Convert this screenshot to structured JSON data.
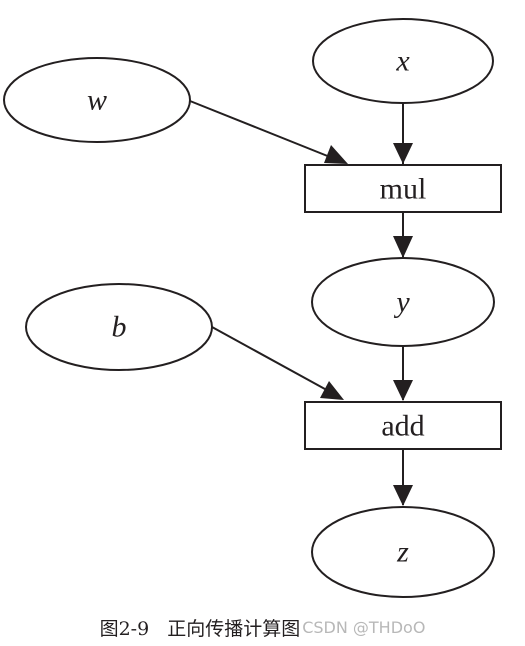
{
  "diagram": {
    "nodes": {
      "w": {
        "label": "w",
        "kind": "variable"
      },
      "x": {
        "label": "x",
        "kind": "variable"
      },
      "mul": {
        "label": "mul",
        "kind": "operation"
      },
      "y": {
        "label": "y",
        "kind": "variable"
      },
      "b": {
        "label": "b",
        "kind": "variable"
      },
      "add": {
        "label": "add",
        "kind": "operation"
      },
      "z": {
        "label": "z",
        "kind": "variable"
      }
    },
    "edges": [
      {
        "from": "x",
        "to": "mul"
      },
      {
        "from": "w",
        "to": "mul"
      },
      {
        "from": "mul",
        "to": "y"
      },
      {
        "from": "y",
        "to": "add"
      },
      {
        "from": "b",
        "to": "add"
      },
      {
        "from": "add",
        "to": "z"
      }
    ]
  },
  "caption": {
    "figure_number": "图2-9",
    "title": "正向传播计算图"
  },
  "watermark": "CSDN @THDoO",
  "colors": {
    "stroke": "#231f20",
    "background": "#ffffff",
    "watermark": "#b8b8b8"
  }
}
